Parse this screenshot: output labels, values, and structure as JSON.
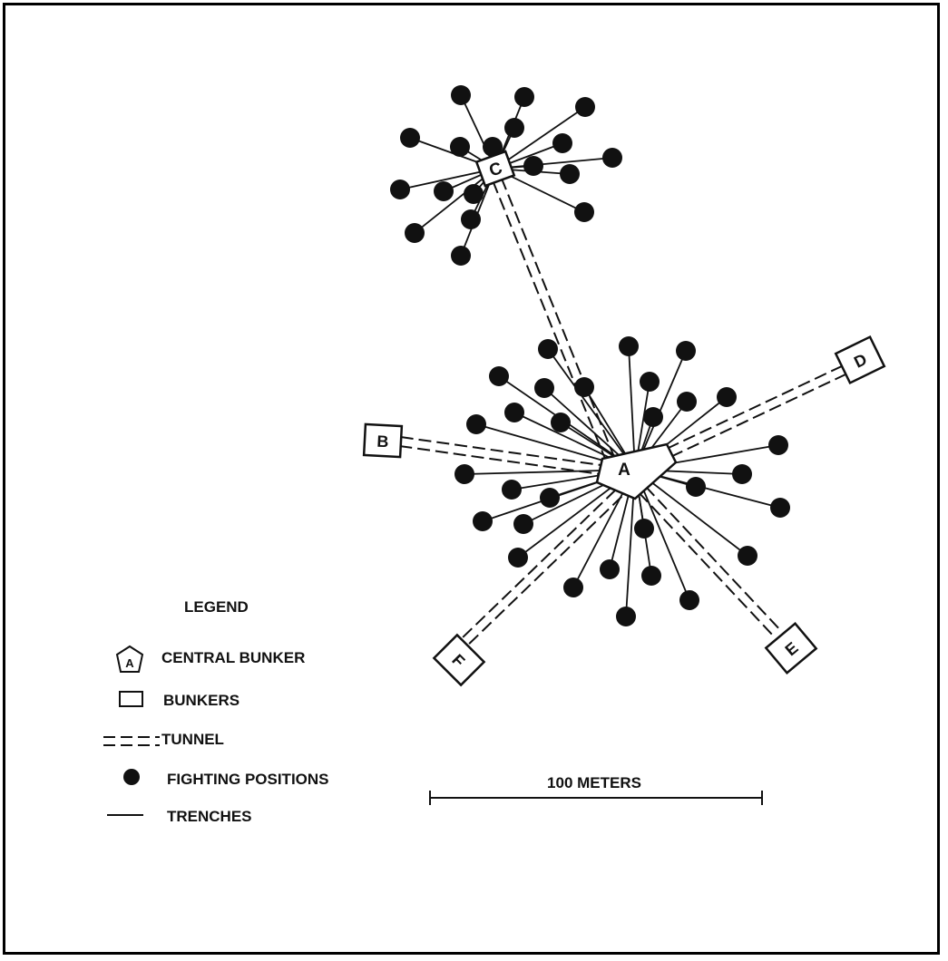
{
  "bunkers": {
    "central": "A",
    "others": [
      "B",
      "C",
      "D",
      "E",
      "F"
    ]
  },
  "legend": {
    "title": "LEGEND",
    "items": [
      {
        "icon": "pentagon-icon",
        "symbol": "A",
        "label": "CENTRAL BUNKER"
      },
      {
        "icon": "rectangle-icon",
        "label": "BUNKERS"
      },
      {
        "icon": "double-dash-icon",
        "label": "TUNNEL"
      },
      {
        "icon": "filled-circle-icon",
        "label": "FIGHTING POSITIONS"
      },
      {
        "icon": "line-icon",
        "label": "TRENCHES"
      }
    ]
  },
  "scale": {
    "label": "100 METERS"
  },
  "colors": {
    "ink": "#111111",
    "paper": "#ffffff"
  }
}
